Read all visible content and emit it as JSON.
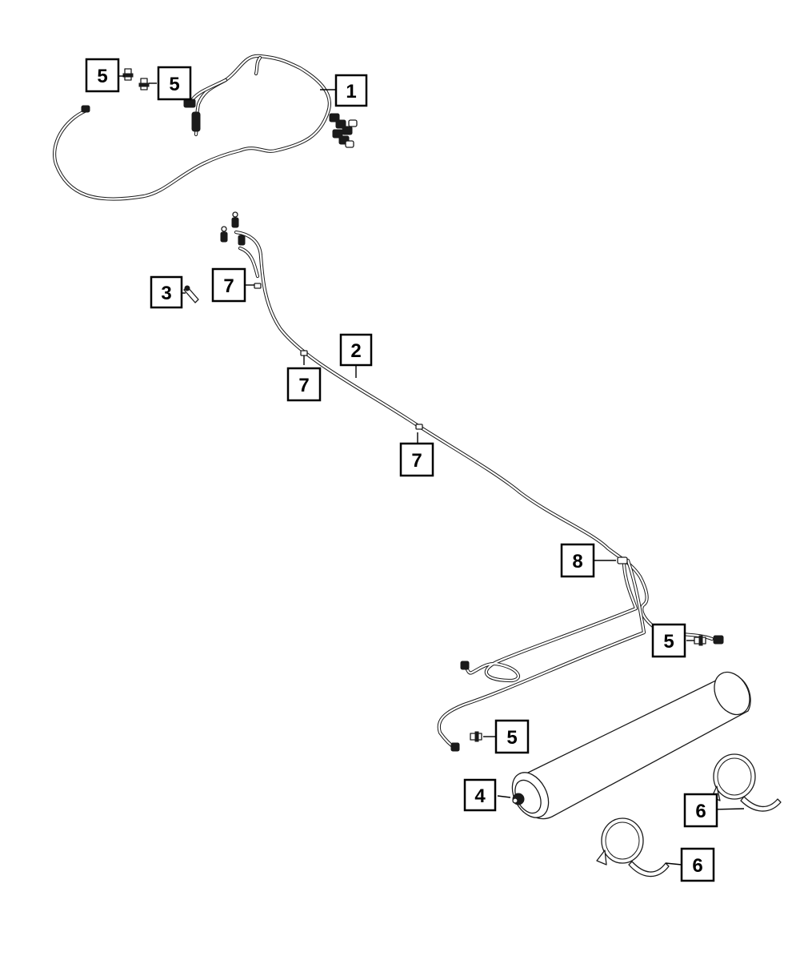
{
  "callouts": [
    {
      "id": "c1",
      "label": "1"
    },
    {
      "id": "c2",
      "label": "2"
    },
    {
      "id": "c3",
      "label": "3"
    },
    {
      "id": "c4",
      "label": "4"
    },
    {
      "id": "c5a",
      "label": "5"
    },
    {
      "id": "c5b",
      "label": "5"
    },
    {
      "id": "c5c",
      "label": "5"
    },
    {
      "id": "c5d",
      "label": "5"
    },
    {
      "id": "c6a",
      "label": "6"
    },
    {
      "id": "c6b",
      "label": "6"
    },
    {
      "id": "c7a",
      "label": "7"
    },
    {
      "id": "c7b",
      "label": "7"
    },
    {
      "id": "c7c",
      "label": "7"
    },
    {
      "id": "c8",
      "label": "8"
    }
  ]
}
